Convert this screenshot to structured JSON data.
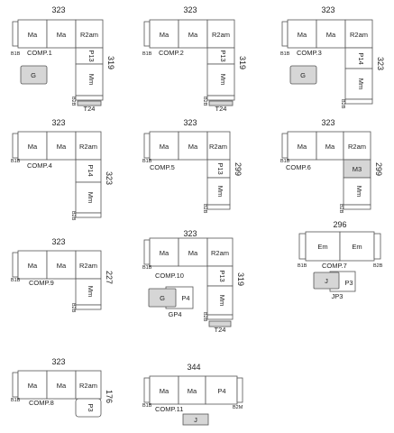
{
  "compositions": [
    {
      "id": "comp1",
      "name": "COMP.1",
      "width": "323",
      "depth": "319",
      "modules": [
        "Ma",
        "Ma",
        "R2am",
        "P13",
        "Mm"
      ],
      "left_arm": "B1B",
      "corner_end": "B2B",
      "extras": [
        {
          "label": "T24"
        },
        {
          "label": "G"
        }
      ]
    },
    {
      "id": "comp2",
      "name": "COMP.2",
      "width": "323",
      "depth": "319",
      "modules": [
        "Ma",
        "Ma",
        "R2am",
        "P13",
        "Mm"
      ],
      "left_arm": "B1B",
      "corner_end": "B2B",
      "extras": [
        {
          "label": "T24"
        }
      ]
    },
    {
      "id": "comp3",
      "name": "COMP.3",
      "width": "323",
      "depth": "323",
      "modules": [
        "Ma",
        "Ma",
        "R2am",
        "P14",
        "Mm"
      ],
      "left_arm": "B1B",
      "corner_end": "B2B",
      "extras": [
        {
          "label": "G"
        }
      ]
    },
    {
      "id": "comp4",
      "name": "COMP.4",
      "width": "323",
      "depth": "323",
      "modules": [
        "Ma",
        "Ma",
        "R2am",
        "P14",
        "Mm"
      ],
      "left_arm": "B1B",
      "corner_end": "B2B",
      "extras": []
    },
    {
      "id": "comp5",
      "name": "COMP.5",
      "width": "323",
      "depth": "299",
      "modules": [
        "Ma",
        "Ma",
        "R2am",
        "P13",
        "Mm"
      ],
      "left_arm": "B1B",
      "corner_end": "B2B",
      "extras": []
    },
    {
      "id": "comp6",
      "name": "COMP.6",
      "width": "323",
      "depth": "299",
      "modules": [
        "Ma",
        "Ma",
        "R2am",
        "M3",
        "Mm"
      ],
      "left_arm": "B1B",
      "corner_end": "B2B",
      "extras": []
    },
    {
      "id": "comp7",
      "name": "COMP.7",
      "width": "296",
      "depth": "",
      "modules": [
        "Em",
        "Em"
      ],
      "left_arm": "B1B",
      "right_arm": "B2B",
      "extras": [
        {
          "label": "J"
        },
        {
          "label": "P3"
        },
        {
          "label": "JP3"
        }
      ]
    },
    {
      "id": "comp9",
      "name": "COMP.9",
      "width": "323",
      "depth": "227",
      "modules": [
        "Ma",
        "Ma",
        "R2am",
        "Mm"
      ],
      "left_arm": "B1B",
      "corner_end": "B2B",
      "extras": []
    },
    {
      "id": "comp10",
      "name": "COMP.10",
      "width": "323",
      "depth": "319",
      "modules": [
        "Ma",
        "Ma",
        "R2am",
        "P13",
        "Mm"
      ],
      "left_arm": "B1B",
      "corner_end": "B2B",
      "extras": [
        {
          "label": "T24"
        },
        {
          "label": "G"
        },
        {
          "label": "P4"
        },
        {
          "label": "GP4"
        }
      ]
    },
    {
      "id": "comp8",
      "name": "COMP.8",
      "width": "323",
      "depth": "176",
      "modules": [
        "Ma",
        "Ma",
        "R2am",
        "P3"
      ],
      "left_arm": "B1B",
      "extras": []
    },
    {
      "id": "comp11",
      "name": "COMP.11",
      "width": "344",
      "depth": "",
      "modules": [
        "Ma",
        "Ma",
        "P4"
      ],
      "left_arm": "B1B",
      "right_arm": "B2M",
      "extras": [
        {
          "label": "J"
        }
      ]
    }
  ]
}
